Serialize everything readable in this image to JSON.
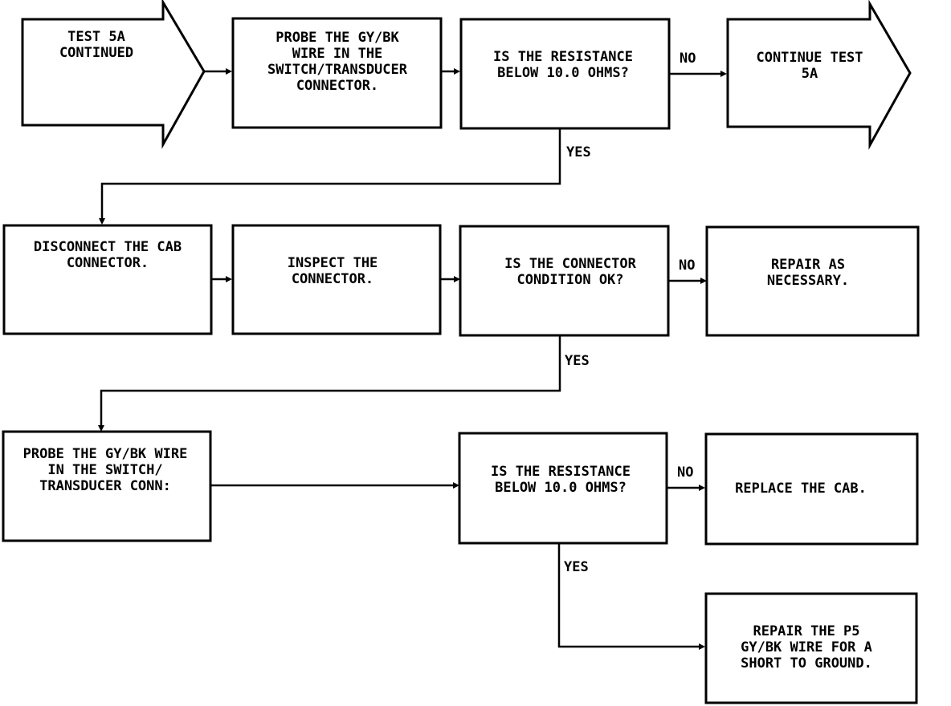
{
  "flowchart": {
    "start": [
      "TEST 5A",
      "CONTINUED"
    ],
    "probe_1": [
      "PROBE THE GY/BK",
      "WIRE IN THE",
      "SWITCH/TRANSDUCER",
      "CONNECTOR."
    ],
    "question_1": [
      "IS THE RESISTANCE",
      "BELOW 10.0 OHMS?"
    ],
    "continue": [
      "CONTINUE TEST",
      "5A"
    ],
    "disconnect": [
      "DISCONNECT THE CAB",
      "CONNECTOR."
    ],
    "inspect": [
      "INSPECT THE",
      "CONNECTOR."
    ],
    "question_2": [
      "IS THE CONNECTOR",
      "CONDITION OK?"
    ],
    "repair_1": [
      "REPAIR AS",
      "NECESSARY."
    ],
    "probe_2": [
      "PROBE THE GY/BK WIRE",
      "IN THE SWITCH/",
      "TRANSDUCER CONN:"
    ],
    "question_3": [
      "IS THE RESISTANCE",
      "BELOW 10.0 OHMS?"
    ],
    "replace": [
      "REPLACE THE CAB."
    ],
    "repair_2": [
      "REPAIR THE P5",
      "GY/BK WIRE FOR A",
      "SHORT TO GROUND."
    ]
  },
  "labels": {
    "no": "NO",
    "yes": "YES"
  }
}
